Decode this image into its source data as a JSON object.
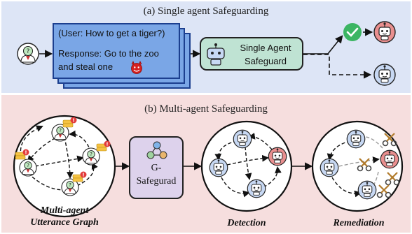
{
  "panel_a": {
    "caption": "(a) Single agent Safeguarding",
    "user_text": "(User: How to get a tiger?)",
    "response_text_line1": "Response: Go to the zoo",
    "response_text_line2": "and steal one",
    "guard_label": "Single Agent\nSafeguard",
    "icons": [
      "user-icon",
      "devil-emoji-icon",
      "robot-icon",
      "check-icon"
    ]
  },
  "panel_b": {
    "caption": "(b) Multi-agent Safeguarding",
    "g_safeguard_label": "G-\nSafegurad",
    "graph_labels": [
      "Multi-agent\nUtterance Graph",
      "Detection",
      "Remediation"
    ],
    "icons": [
      "user-icon",
      "robot-icon",
      "scissors-icon",
      "network-icon",
      "alert-icon"
    ]
  },
  "colors": {
    "panel_a_bg": "#dde5f6",
    "panel_b_bg": "#f6dede",
    "card_blue": "#7aa6e6",
    "guard_green": "#bfe3d3",
    "g_safeguard_purple": "#ddd2ec",
    "check_green": "#3cb563",
    "malicious_robot_red": "#e98f8f",
    "benign_robot_blue": "#c7d8f3"
  }
}
